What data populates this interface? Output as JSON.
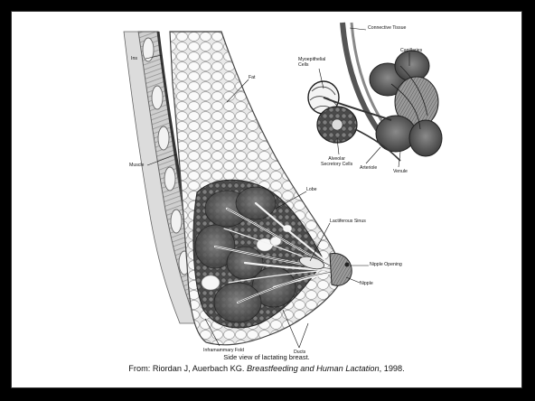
{
  "diagram": {
    "labels": {
      "fat": "Fat",
      "inner_top_left": "Ins",
      "muscle": "Muscle",
      "connective_tissue": "Connective Tissue",
      "myoepithelial_cells": "Myoepithelial\nCells",
      "capillaries": "Capillaries",
      "alveolar_secretory_cells": "Alveolar\nSecretory Cells",
      "arteriole": "Arteriole",
      "venule": "Venule",
      "lobe": "Lobe",
      "lactiferous_sinus": "Lactiferous Sinus",
      "nipple_opening": "Nipple Opening",
      "nipple": "Nipple",
      "inframammary_fold": "Inframammary Fold",
      "ducts": "Ducts"
    }
  },
  "caption": {
    "title": "Side view of lactating breast.",
    "source_prefix": "From: Riordan J, Auerbach KG. ",
    "source_title": "Breastfeeding and Human Lactation",
    "source_suffix": ", 1998."
  }
}
